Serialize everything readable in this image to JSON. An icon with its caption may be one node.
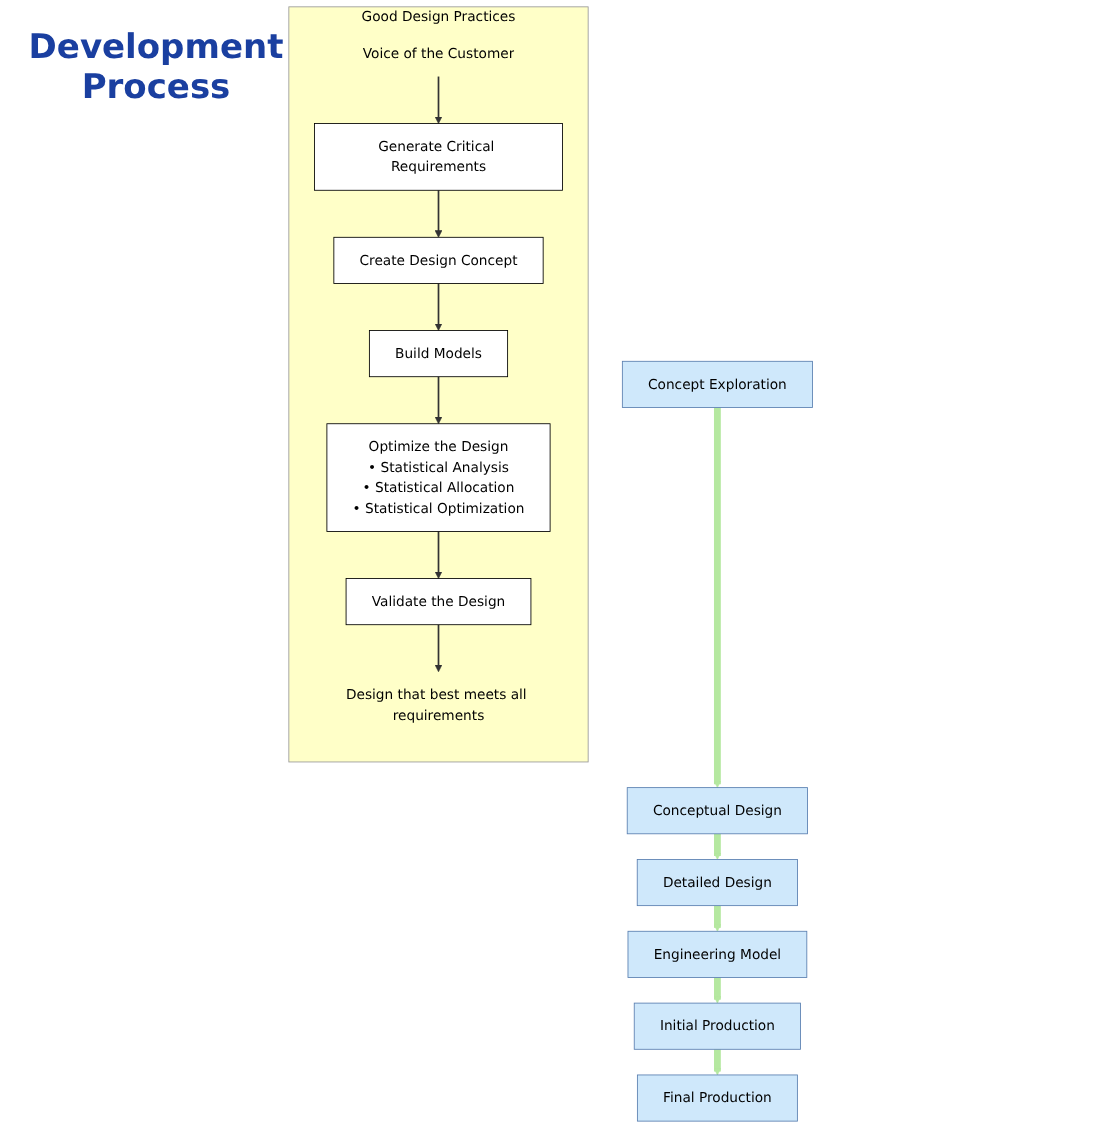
{
  "diagram": {
    "nodes": [
      {
        "text": [
          "Concept Exploration"
        ]
      },
      {
        "text": [
          "Conceptual Design"
        ]
      },
      {
        "text": [
          "Detailed Design"
        ]
      },
      {
        "text": [
          "Engineering Model"
        ]
      },
      {
        "text": [
          "Initial Production"
        ]
      },
      {
        "text": [
          "Final Production"
        ]
      },
      {
        "text": [
          "Good Design Practices"
        ]
      },
      {
        "text": [
          "Voice of the Customer"
        ],
        "in": 6
      },
      {
        "text": [
          "Generate Critical Requirements"
        ],
        "in": 6
      },
      {
        "text": [
          "Create Design Concept"
        ],
        "in": 6
      },
      {
        "text": [
          "Build Models"
        ],
        "in": 6
      },
      {
        "text": [
          "Optimize the Design",
          "• Statistical Analysis",
          "• Statistical Allocation",
          "• Statistical Optimization"
        ],
        "in": 6
      },
      {
        "text": [
          "Validate the Design"
        ],
        "in": 6
      },
      {
        "text": [
          "Design that best meets all requirements"
        ],
        "in": 6
      }
    ],
    "edges": [
      {
        "from": 0,
        "to": 1,
        "arrow": "to",
        "style": "thick",
        "color": "#b5e8a0"
      },
      {
        "from": 1,
        "to": 2,
        "arrow": "to",
        "style": "thick",
        "color": "#b5e8a0"
      },
      {
        "from": 2,
        "to": 3,
        "arrow": "to",
        "style": "thick",
        "color": "#b5e8a0"
      },
      {
        "from": 3,
        "to": 4,
        "arrow": "to",
        "style": "thick",
        "color": "#b5e8a0"
      },
      {
        "from": 4,
        "to": 5,
        "arrow": "to",
        "style": "thick",
        "color": "#b5e8a0"
      },
      {
        "from": 7,
        "to": 8,
        "arrow": "to"
      },
      {
        "from": 8,
        "to": 9,
        "arrow": "to"
      },
      {
        "from": 9,
        "to": 10,
        "arrow": "to"
      },
      {
        "from": 10,
        "to": 11,
        "arrow": "to"
      },
      {
        "from": 11,
        "to": 12,
        "arrow": "to"
      },
      {
        "from": 12,
        "to": 13,
        "arrow": "to"
      }
    ],
    "labels": [
      "Development Process"
    ]
  }
}
